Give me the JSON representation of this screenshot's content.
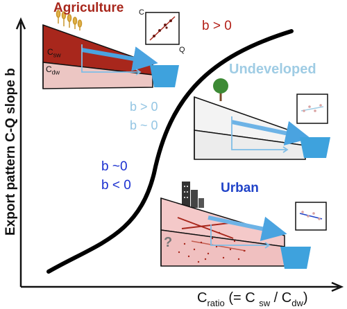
{
  "axes": {
    "y_label": "Export pattern C-Q slope b",
    "x_label_main": "C",
    "x_label_sub": "ratio",
    "x_label_eq": "(= C",
    "x_label_sw": "sw",
    "x_label_div": "/ C",
    "x_label_dw": "dw",
    "x_label_close": ")"
  },
  "agriculture": {
    "title": "Agriculture",
    "csw_main": "C",
    "csw_sub": "sw",
    "cdw_main": "C",
    "cdw_sub": "dw",
    "inset_c": "C",
    "inset_q": "Q",
    "slope": "b > 0"
  },
  "undeveloped": {
    "title": "Undeveloped",
    "slope_a": "b > 0",
    "slope_b": "b ~ 0"
  },
  "urban": {
    "title": "Urban",
    "slope_a": "b ~0",
    "slope_b": "b < 0",
    "unknown": "?"
  },
  "colors": {
    "agriculture": "#a8271c",
    "undeveloped": "#9fcce4",
    "urban": "#2043c8",
    "water": "#3ea2dd",
    "curve": "#000000"
  }
}
